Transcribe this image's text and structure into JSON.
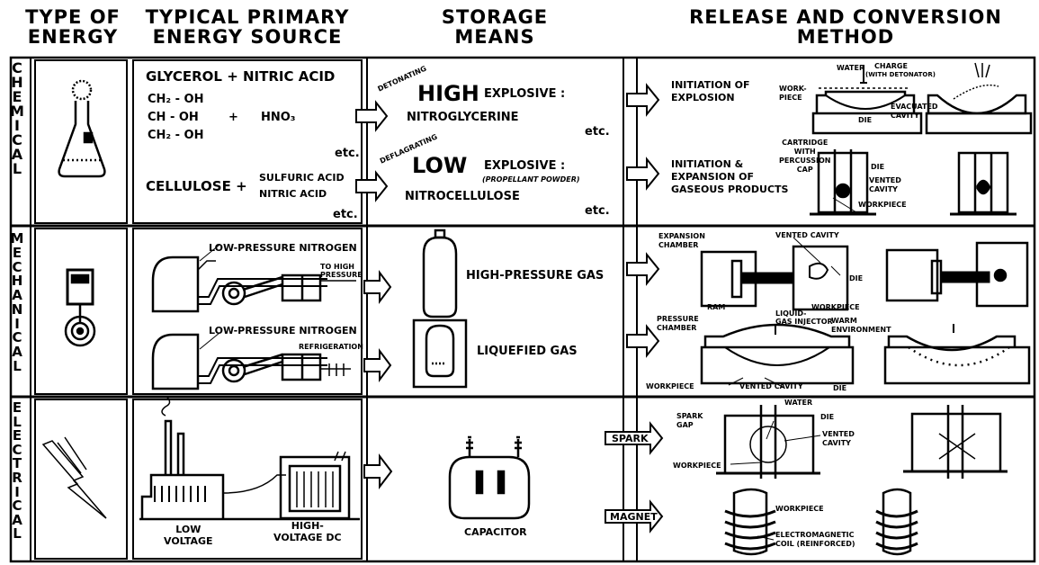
{
  "headers": {
    "type_of_energy_1": "TYPE OF",
    "type_of_energy_2": "ENERGY",
    "primary_source_1": "TYPICAL PRIMARY",
    "primary_source_2": "ENERGY SOURCE",
    "storage_1": "STORAGE",
    "storage_2": "MEANS",
    "release_1": "RELEASE AND CONVERSION",
    "release_2": "METHOD"
  },
  "row_labels": {
    "chemical": [
      "C",
      "H",
      "E",
      "M",
      "I",
      "C",
      "A",
      "L"
    ],
    "mechanical": [
      "M",
      "E",
      "C",
      "H",
      "A",
      "N",
      "I",
      "C",
      "A",
      "L"
    ],
    "electrical": [
      "E",
      "L",
      "E",
      "C",
      "T",
      "R",
      "I",
      "C",
      "A",
      "L"
    ]
  },
  "chemical": {
    "source": {
      "line1": "GLYCEROL + NITRIC ACID",
      "ch2_a": "CH₂ - OH",
      "ch_b": "CH - OH",
      "plus": "+",
      "hno3": "HNO₃",
      "ch2_c": "CH₂ - OH",
      "etc1": "etc.",
      "cellulose": "CELLULOSE +",
      "sulfuric": "SULFURIC ACID",
      "nitric": "NITRIC ACID",
      "etc2": "etc."
    },
    "storage": {
      "detonating": "DETONATING",
      "high": "HIGH",
      "explosive1": "EXPLOSIVE :",
      "nitroglycerine": "NITROGLYCERINE",
      "etc1": "etc.",
      "deflagrating": "DEFLAGRATING",
      "low": "LOW",
      "explosive2": "EXPLOSIVE :",
      "propellant": "(PROPELLANT POWDER)",
      "nitrocellulose": "NITROCELLULOSE",
      "etc2": "etc."
    },
    "release": {
      "m1_line1": "INITIATION OF",
      "m1_line2": "EXPLOSION",
      "work": "WORK-",
      "piece": "PIECE",
      "water": "WATER",
      "charge": "CHARGE",
      "with_detonator": "(WITH DETONATOR)",
      "die": "DIE",
      "evacuated": "EVACUATED",
      "cavity": "CAVITY",
      "m2_line1": "INITIATION &",
      "m2_line2": "EXPANSION OF",
      "m2_line3": "GASEOUS PRODUCTS",
      "cartridge": "CARTRIDGE",
      "with": "WITH",
      "percussion": "PERCUSSION",
      "cap": "CAP",
      "die2": "DIE",
      "vented": "VENTED",
      "cavity2": "CAVITY",
      "workpiece": "WORKPIECE"
    }
  },
  "mechanical": {
    "source": {
      "lpn1": "LOW-PRESSURE NITROGEN",
      "to_high_1": "TO HIGH",
      "to_high_2": "PRESSURE",
      "lpn2": "LOW-PRESSURE NITROGEN",
      "refrigeration": "REFRIGERATION"
    },
    "storage": {
      "hp_gas": "HIGH-PRESSURE GAS",
      "liquefied": "LIQUEFIED GAS"
    },
    "release": {
      "expansion": "EXPANSION",
      "chamber": "CHAMBER",
      "vented_cavity": "VENTED CAVITY",
      "die": "DIE",
      "ram": "RAM",
      "workpiece": "WORKPIECE",
      "liquid": "LIQUID-",
      "gas_injector": "GAS INJECTOR",
      "pressure": "PRESSURE",
      "chamber2": "CHAMBER",
      "warm": "WARM",
      "environment": "ENVIRONMENT",
      "workpiece2": "WORKPIECE",
      "vented_cavity2": "VENTED CAVITY",
      "die2": "DIE"
    }
  },
  "electrical": {
    "source": {
      "low": "LOW",
      "voltage": "VOLTAGE",
      "high": "HIGH-",
      "voltage_dc": "VOLTAGE DC"
    },
    "storage": {
      "capacitor": "CAPACITOR"
    },
    "release": {
      "spark": "SPARK",
      "magnet": "MAGNET",
      "spark_gap_1": "SPARK",
      "spark_gap_2": "GAP",
      "water": "WATER",
      "die": "DIE",
      "vented": "VENTED",
      "cavity": "CAVITY",
      "workpiece": "WORKPIECE",
      "workpiece2": "WORKPIECE",
      "electromagnetic": "ELECTROMAGNETIC",
      "coil": "COIL (REINFORCED)"
    }
  }
}
